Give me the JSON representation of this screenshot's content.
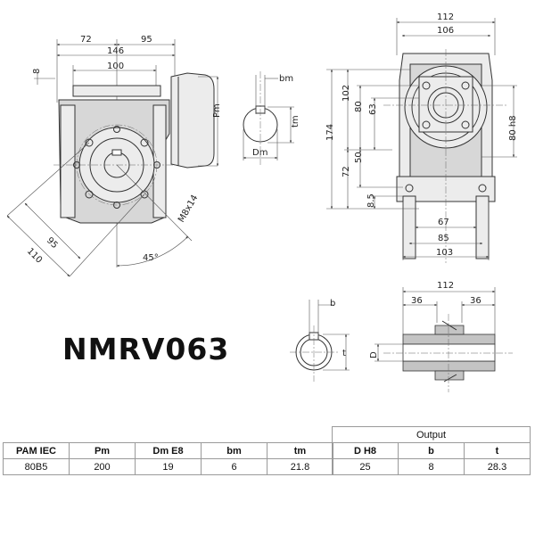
{
  "model": "NMRV063",
  "dimensions": {
    "front": [
      "72",
      "95",
      "146",
      "100",
      "8",
      "Pm",
      "95",
      "110",
      "45°",
      "M8x14"
    ],
    "key": [
      "bm",
      "tm",
      "Dm"
    ],
    "side_top": [
      "112",
      "106"
    ],
    "side_left": [
      "174",
      "102",
      "72",
      "80",
      "63",
      "50",
      "8.5"
    ],
    "side_right": "80 h8",
    "side_bottom": [
      "67",
      "85",
      "103"
    ],
    "shaft": [
      "b",
      "t",
      "D"
    ],
    "hollow": [
      "112",
      "36",
      "36"
    ]
  },
  "input_table": {
    "headers": [
      "PAM IEC",
      "Pm",
      "Dm E8",
      "bm",
      "tm"
    ],
    "row": [
      "80B5",
      "200",
      "19",
      "6",
      "21.8"
    ]
  },
  "output_table": {
    "title": "Output",
    "headers": [
      "D H8",
      "b",
      "t"
    ],
    "row": [
      "25",
      "8",
      "28.3"
    ]
  }
}
